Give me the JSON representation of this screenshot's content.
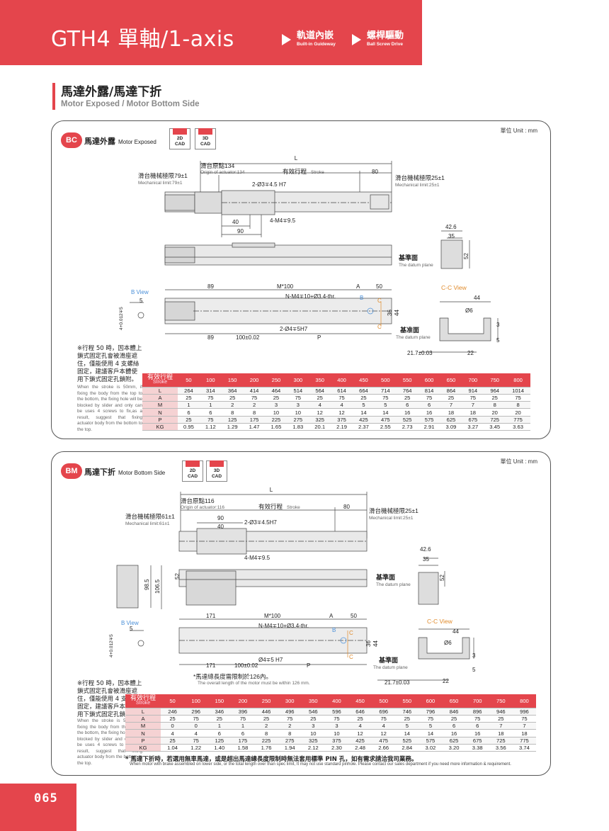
{
  "header": {
    "title": "GTH4 單軸/1-axis",
    "tags": [
      {
        "zh": "軌道內嵌",
        "en": "Built-in Guideway"
      },
      {
        "zh": "螺桿驅動",
        "en": "Ball Screw Drive"
      }
    ]
  },
  "section": {
    "title_zh": "馬達外露/馬達下折",
    "title_en": "Motor Exposed / Motor Bottom Side"
  },
  "panels": [
    {
      "badge": "BC",
      "title_zh": "馬達外露",
      "title_en": "Motor Exposed",
      "cad_2d": "2D\nCAD",
      "cad_3d": "3D\nCAD",
      "unit": "單位 Unit : mm",
      "labels": {
        "L": "L",
        "origin_zh": "滑台原點134",
        "origin_en": "Origin of actuator:134",
        "stroke_zh": "有效行程",
        "stroke_en": "Stroke",
        "d80": "80",
        "mech_left_zh": "滑台機械極限79±1",
        "mech_left_en": "Mechanical limit:79±1",
        "mech_right_zh": "滑台機械極限25±1",
        "mech_right_en": "Mechanical limit:25±1",
        "hole1": "2-Ø3∓4.5 H7",
        "d40": "40",
        "d90": "90",
        "m4": "4-M4∓9.5",
        "d42_6": "42.6",
        "d35": "35",
        "d52": "52",
        "datum_zh": "基準面",
        "datum_en": "The datum plane",
        "d89a": "89",
        "m100": "M*100",
        "A": "A",
        "d50": "50",
        "cc": "C-C View",
        "bview": "B View",
        "d5": "5",
        "tol": "4+0.012∓5",
        "nm4": "N-M4∓10+Ø3.4-thr.",
        "B": "B",
        "C": "C",
        "d36": "36",
        "d44": "44",
        "d44b": "44",
        "d6": "Ø6",
        "d3": "3",
        "d5b": "5",
        "pin": "2-Ø4∓5H7",
        "datum2_zh": "基准面",
        "datum2_en": "The datum plane",
        "d89b": "89",
        "d100": "100±0.02",
        "P": "P",
        "d21_7": "21.7±0.03",
        "d22": "22"
      },
      "note_zh": "※行程 50 時，因本體上鎖式固定孔會被滑座遮住，僅能使用 4 支螺絲固定，建議客戶本體使用下鎖式固定孔鎖附。",
      "note_en": "When the stroke is 50mm, if fixing the body from the top to the bottom, the fixing hole will be blocked by slider and only can be uses 4 screws to fix,as a result, suggest that fixing actuator body from the bottom to the top.",
      "table": {
        "header_zh": "有效行程",
        "header_en": "Stroke",
        "strokes": [
          "50",
          "100",
          "150",
          "200",
          "250",
          "300",
          "350",
          "400",
          "450",
          "500",
          "550",
          "600",
          "650",
          "700",
          "750",
          "800"
        ],
        "rows": [
          {
            "label": "L",
            "values": [
              "264",
              "314",
              "364",
              "414",
              "464",
              "514",
              "564",
              "614",
              "664",
              "714",
              "764",
              "814",
              "864",
              "914",
              "964",
              "1014"
            ]
          },
          {
            "label": "A",
            "values": [
              "25",
              "75",
              "25",
              "75",
              "25",
              "75",
              "25",
              "75",
              "25",
              "75",
              "25",
              "75",
              "25",
              "75",
              "25",
              "75"
            ]
          },
          {
            "label": "M",
            "values": [
              "1",
              "1",
              "2",
              "2",
              "3",
              "3",
              "4",
              "4",
              "5",
              "5",
              "6",
              "6",
              "7",
              "7",
              "8",
              "8"
            ]
          },
          {
            "label": "N",
            "values": [
              "6",
              "6",
              "8",
              "8",
              "10",
              "10",
              "12",
              "12",
              "14",
              "14",
              "16",
              "16",
              "18",
              "18",
              "20",
              "20"
            ]
          },
          {
            "label": "P",
            "values": [
              "25",
              "75",
              "125",
              "175",
              "225",
              "275",
              "325",
              "375",
              "425",
              "475",
              "525",
              "575",
              "625",
              "675",
              "725",
              "775"
            ]
          },
          {
            "label": "KG",
            "values": [
              "0.95",
              "1.12",
              "1.29",
              "1.47",
              "1.65",
              "1.83",
              "20.1",
              "2.19",
              "2.37",
              "2.55",
              "2.73",
              "2.91",
              "3.09",
              "3.27",
              "3.45",
              "3.63"
            ]
          }
        ]
      }
    },
    {
      "badge": "BM",
      "title_zh": "馬達下折",
      "title_en": "Motor Bottom Side",
      "cad_2d": "2D\nCAD",
      "cad_3d": "3D\nCAD",
      "unit": "單位 Unit : mm",
      "labels": {
        "L": "L",
        "origin_zh": "滑台原點116",
        "origin_en": "Origin of actuator:116",
        "stroke_zh": "有效行程",
        "stroke_en": "Stroke",
        "d80": "80",
        "mech_left_zh": "滑台機械極限61±1",
        "mech_left_en": "Mechanical limit:61±1",
        "mech_right_zh": "滑台機械極限25±1",
        "mech_right_en": "Mechanical limit:25±1",
        "d90": "90",
        "hole1": "2-Ø3∓4.5H7",
        "d40": "40",
        "m4": "4-M4∓9.5",
        "d42_6": "42.6",
        "d35": "35",
        "d52": "52",
        "datum_zh": "基準面",
        "datum_en": "The datum plane",
        "d98_5": "98.5",
        "d106_5": "106.5",
        "d52b": "52",
        "d171a": "171",
        "m100": "M*100",
        "A": "A",
        "d50": "50",
        "cc": "C-C View",
        "bview": "B View",
        "d5": "5",
        "tol": "4+0.012∓5",
        "nm4": "N-M4∓10+Ø3.4-thr.",
        "B": "B",
        "C": "C",
        "d36": "36",
        "d44": "44",
        "d44b": "44",
        "d6": "Ø6",
        "d3": "3",
        "d5b": "5",
        "pin": "Ø4∓5 H7",
        "datum2_zh": "基準面",
        "datum2_en": "The datum plane",
        "d171b": "171",
        "d100": "100±0.02",
        "P": "P",
        "max_zh": "*馬達總長度需限制於126內。",
        "max_en": "The overall length of the motor must be within 126 mm.",
        "d21_7": "21.7±0.03",
        "d22": "22"
      },
      "note_zh": "※行程 50 時，因本體上鎖式固定孔會被滑座遮住，僅能使用 4 支螺絲固定，建議客戶本體使用下鎖式固定孔鎖附。",
      "note_en": "When the stroke is 50mm, if fixing the body from the top to the bottom, the fixing hole will be blocked by slider and only can be uses 4 screws to fix,as a result, suggest that fixing actuator body from the bottom to the top.",
      "table": {
        "header_zh": "有效行程",
        "header_en": "Stroke",
        "strokes": [
          "50",
          "100",
          "150",
          "200",
          "250",
          "300",
          "350",
          "400",
          "450",
          "500",
          "550",
          "600",
          "650",
          "700",
          "750",
          "800"
        ],
        "rows": [
          {
            "label": "L",
            "values": [
              "246",
              "296",
              "346",
              "396",
              "446",
              "496",
              "546",
              "596",
              "646",
              "696",
              "746",
              "796",
              "846",
              "896",
              "946",
              "996"
            ]
          },
          {
            "label": "A",
            "values": [
              "25",
              "75",
              "25",
              "75",
              "25",
              "75",
              "25",
              "75",
              "25",
              "75",
              "25",
              "75",
              "25",
              "75",
              "25",
              "75"
            ]
          },
          {
            "label": "M",
            "values": [
              "0",
              "0",
              "1",
              "1",
              "2",
              "2",
              "3",
              "3",
              "4",
              "4",
              "5",
              "5",
              "6",
              "6",
              "7",
              "7"
            ]
          },
          {
            "label": "N",
            "values": [
              "4",
              "4",
              "6",
              "6",
              "8",
              "8",
              "10",
              "10",
              "12",
              "12",
              "14",
              "14",
              "16",
              "16",
              "18",
              "18"
            ]
          },
          {
            "label": "P",
            "values": [
              "25",
              "75",
              "125",
              "175",
              "225",
              "275",
              "325",
              "375",
              "425",
              "475",
              "525",
              "575",
              "625",
              "675",
              "725",
              "775"
            ]
          },
          {
            "label": "KG",
            "values": [
              "1.04",
              "1.22",
              "1.40",
              "1.58",
              "1.76",
              "1.94",
              "2.12",
              "2.30",
              "2.48",
              "2.66",
              "2.84",
              "3.02",
              "3.20",
              "3.38",
              "3.56",
              "3.74"
            ]
          }
        ]
      },
      "footnote_zh": "* 馬達下折時，若選用無車馬達，或是超出馬達總長度限制時無法套用標準 PIN 孔，如有需求請洽我司業務。",
      "footnote_en": "When motor with brake assembled on lower side, or the total length over than spec limit, It may not use standard pinhole. Please contact our sales department if you need more information & requirement."
    }
  ],
  "page_number": "065"
}
